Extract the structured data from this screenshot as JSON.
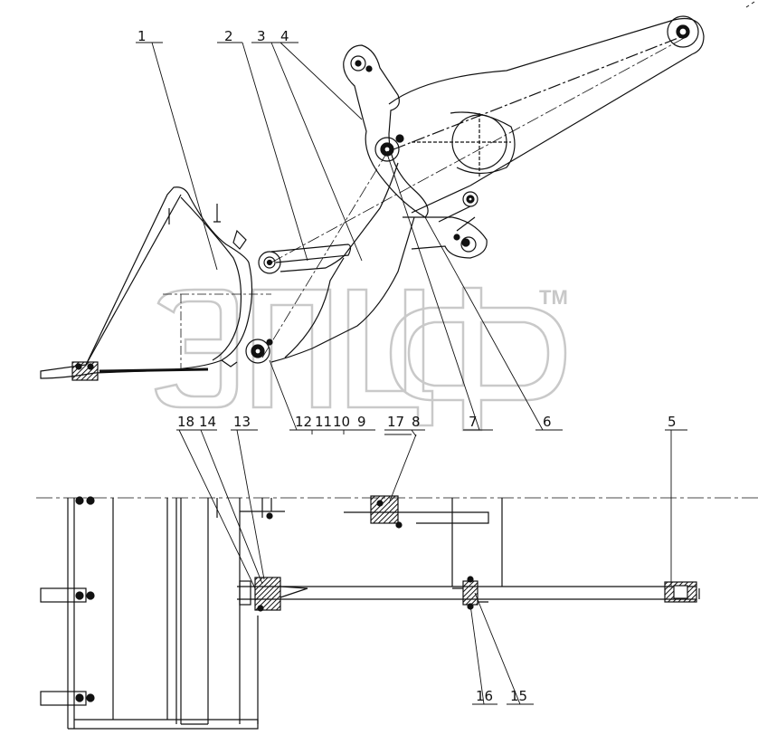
{
  "watermark": {
    "text": "ЭПЦФ",
    "mark": "TM"
  },
  "callouts": {
    "c1": "1",
    "c2": "2",
    "c3": "3",
    "c4": "4",
    "c5": "5",
    "c6": "6",
    "c7": "7",
    "c8": "8",
    "c9": "9",
    "c10": "10",
    "c11": "11",
    "c12": "12",
    "c13": "13",
    "c14": "14",
    "c15": "15",
    "c16": "16",
    "c17": "17",
    "c18": "18"
  },
  "colors": {
    "line": "#111111",
    "watermark": "#c8c8c8"
  }
}
